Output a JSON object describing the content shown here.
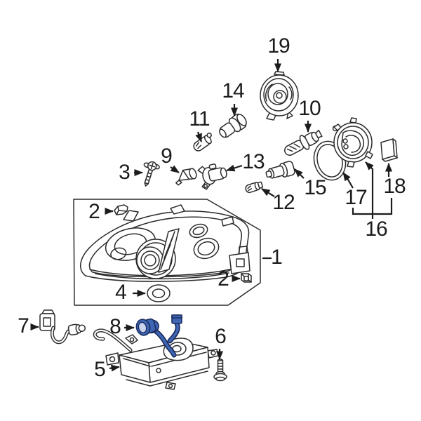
{
  "diagram": {
    "callouts": {
      "c1": "1",
      "c2a": "2",
      "c2b": "2",
      "c3": "3",
      "c4": "4",
      "c5": "5",
      "c6": "6",
      "c7": "7",
      "c8": "8",
      "c9": "9",
      "c10": "10",
      "c11": "11",
      "c12": "12",
      "c13": "13",
      "c14": "14",
      "c15": "15",
      "c16": "16",
      "c17": "17",
      "c18": "18",
      "c19": "19"
    },
    "highlighted_part": "8",
    "colors": {
      "line": "#2b2b2b",
      "background": "#ffffff",
      "highlight": "#3f66b5",
      "highlight_outline": "#1b2d5e",
      "highlight_light": "#c9d4ee"
    }
  }
}
